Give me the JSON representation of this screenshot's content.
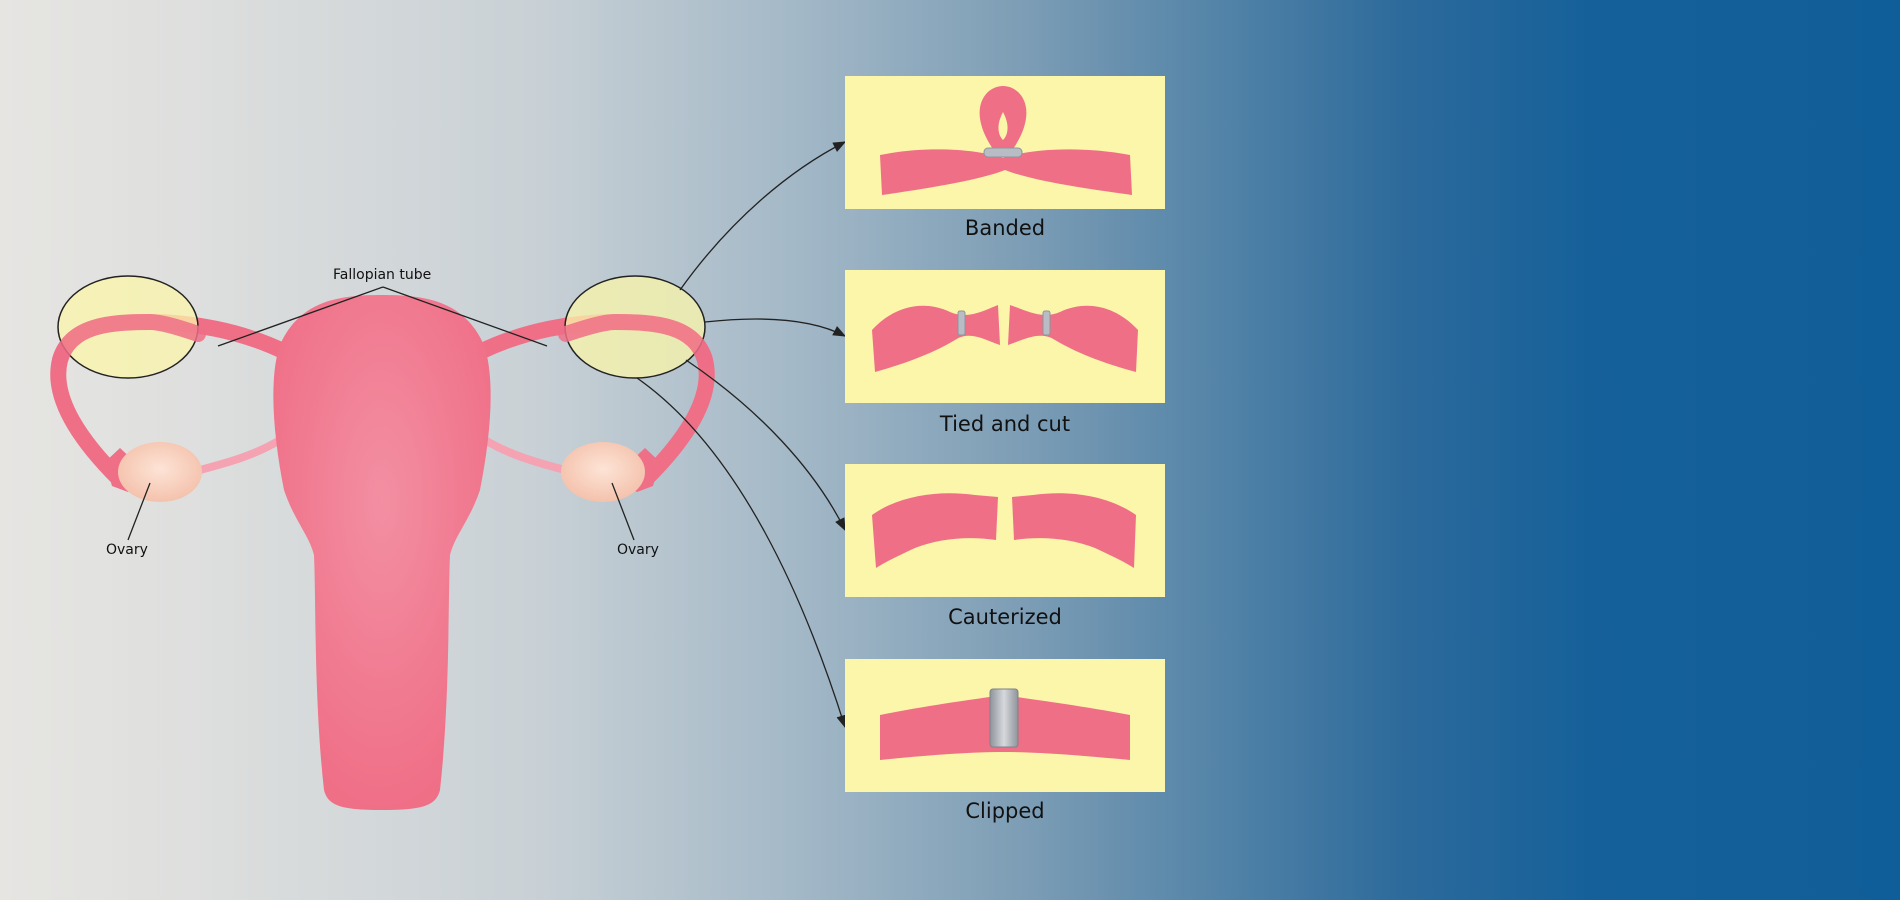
{
  "anatomy_labels": {
    "fallopian_tube": "Fallopian tube",
    "ovary_left": "Ovary",
    "ovary_right": "Ovary"
  },
  "methods": [
    {
      "id": "banded",
      "caption": "Banded"
    },
    {
      "id": "tied-and-cut",
      "caption": "Tied and cut"
    },
    {
      "id": "cauterized",
      "caption": "Cauterized"
    },
    {
      "id": "clipped",
      "caption": "Clipped"
    }
  ],
  "colors": {
    "tissue": "#ef6f87",
    "tissue_light": "#f28a9c",
    "ovary": "#f7c9b5",
    "panel": "#fbf6a9",
    "band": "#b8bcc4",
    "clip": "#a7abb2"
  }
}
